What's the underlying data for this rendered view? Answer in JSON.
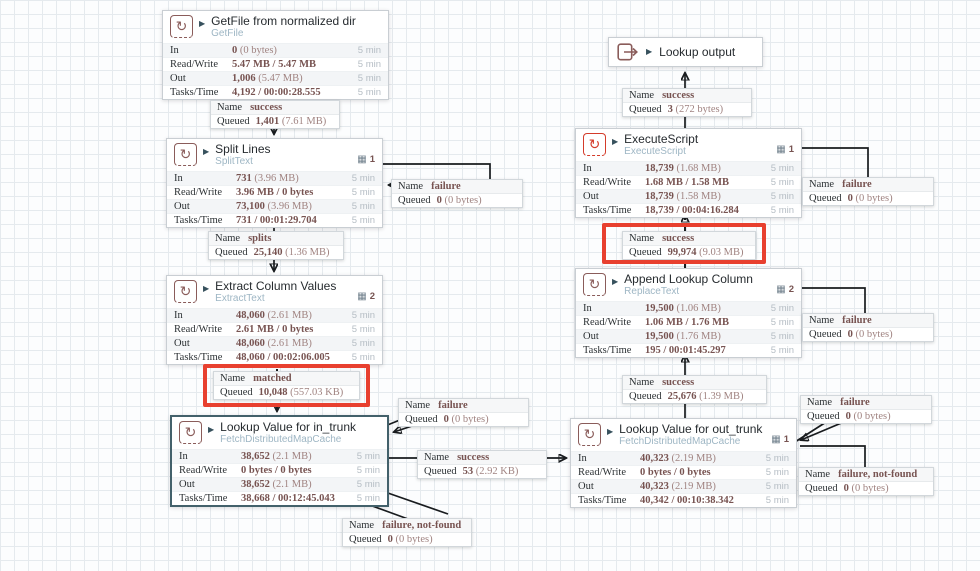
{
  "ui": {
    "stat_in": "In",
    "stat_rw": "Read/Write",
    "stat_out": "Out",
    "stat_tt": "Tasks/Time",
    "window": "5 min",
    "name_label": "Name",
    "queued_label": "Queued"
  },
  "icons": {
    "run_state": "▶",
    "processor_glyph": "↻",
    "tasks_grid": "▦"
  },
  "colors": {
    "highlight_box": "#e8402f",
    "selected_processor_border": "#43616b",
    "stat_value": "#775351",
    "processor_icon": "#8a5c5a",
    "active_processor_icon": "#d43b2a"
  },
  "port": {
    "name": "Lookup output"
  },
  "processors": {
    "getfile": {
      "name": "GetFile from normalized dir",
      "type": "GetFile",
      "in_v": "0",
      "in_p": "(0 bytes)",
      "rw": "5.47 MB / 5.47 MB",
      "out_v": "1,006",
      "out_p": "(5.47 MB)",
      "tt": "4,192 / 00:00:28.555"
    },
    "split": {
      "name": "Split Lines",
      "type": "SplitText",
      "badge": "1",
      "in_v": "731",
      "in_p": "(3.96 MB)",
      "rw": "3.96 MB / 0 bytes",
      "out_v": "73,100",
      "out_p": "(3.96 MB)",
      "tt": "731 / 00:01:29.704"
    },
    "extract": {
      "name": "Extract Column Values",
      "type": "ExtractText",
      "badge": "2",
      "in_v": "48,060",
      "in_p": "(2.61 MB)",
      "rw": "2.61 MB / 0 bytes",
      "out_v": "48,060",
      "out_p": "(2.61 MB)",
      "tt": "48,060 / 00:02:06.005"
    },
    "in_trunk": {
      "name": "Lookup Value for in_trunk",
      "type": "FetchDistributedMapCache",
      "in_v": "38,652",
      "in_p": "(2.1 MB)",
      "rw": "0 bytes / 0 bytes",
      "out_v": "38,652",
      "out_p": "(2.1 MB)",
      "tt": "38,668 / 00:12:45.043"
    },
    "exec": {
      "name": "ExecuteScript",
      "type": "ExecuteScript",
      "badge": "1",
      "in_v": "18,739",
      "in_p": "(1.68 MB)",
      "rw": "1.68 MB / 1.58 MB",
      "out_v": "18,739",
      "out_p": "(1.58 MB)",
      "tt": "18,739 / 00:04:16.284"
    },
    "append": {
      "name": "Append Lookup Column",
      "type": "ReplaceText",
      "badge": "2",
      "in_v": "19,500",
      "in_p": "(1.06 MB)",
      "rw": "1.06 MB / 1.76 MB",
      "out_v": "19,500",
      "out_p": "(1.76 MB)",
      "tt": "195 / 00:01:45.297"
    },
    "out_trunk": {
      "name": "Lookup Value for out_trunk",
      "type": "FetchDistributedMapCache",
      "badge": "1",
      "in_v": "40,323",
      "in_p": "(2.19 MB)",
      "rw": "0 bytes / 0 bytes",
      "out_v": "40,323",
      "out_p": "(2.19 MB)",
      "tt": "40,342 / 00:10:38.342"
    }
  },
  "connections": {
    "c1": {
      "name": "success",
      "q": "1,401",
      "qp": "(7.61 MB)"
    },
    "c2": {
      "name": "splits",
      "q": "25,140",
      "qp": "(1.36 MB)"
    },
    "c3": {
      "name": "matched",
      "q": "10,048",
      "qp": "(557.03 KB)",
      "highlighted": true
    },
    "c4": {
      "name": "failure",
      "q": "0",
      "qp": "(0 bytes)"
    },
    "c5": {
      "name": "success",
      "q": "3",
      "qp": "(272 bytes)"
    },
    "c6": {
      "name": "success",
      "q": "99,974",
      "qp": "(9.03 MB)",
      "highlighted": true
    },
    "c7": {
      "name": "success",
      "q": "25,676",
      "qp": "(1.39 MB)"
    },
    "c8": {
      "name": "failure",
      "q": "0",
      "qp": "(0 bytes)"
    },
    "c9": {
      "name": "failure",
      "q": "0",
      "qp": "(0 bytes)"
    },
    "c10": {
      "name": "failure",
      "q": "0",
      "qp": "(0 bytes)"
    },
    "c11": {
      "name": "failure, not-found",
      "q": "0",
      "qp": "(0 bytes)"
    },
    "c12": {
      "name": "failure",
      "q": "0",
      "qp": "(0 bytes)"
    },
    "c13": {
      "name": "success",
      "q": "53",
      "qp": "(2.92 KB)"
    },
    "c14": {
      "name": "failure, not-found",
      "q": "0",
      "qp": "(0 bytes)"
    }
  }
}
